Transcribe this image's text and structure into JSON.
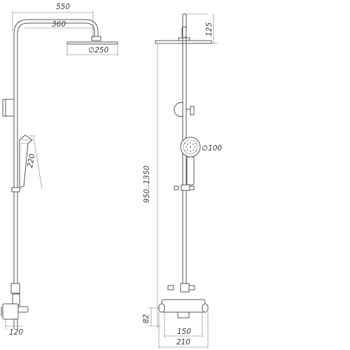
{
  "dimensions": {
    "overall_width": "550",
    "arm_length": "360",
    "head_diameter": "∅250",
    "hand_shower_length": "220",
    "outlet_spacing": "120",
    "head_height": "125",
    "adjust_height": "950..1350",
    "hand_head_diameter": "∅100",
    "mixer_height": "82",
    "mixer_width": "150",
    "mixer_total": "210"
  },
  "colors": {
    "line": "#555555",
    "text": "#3c3c3c"
  }
}
